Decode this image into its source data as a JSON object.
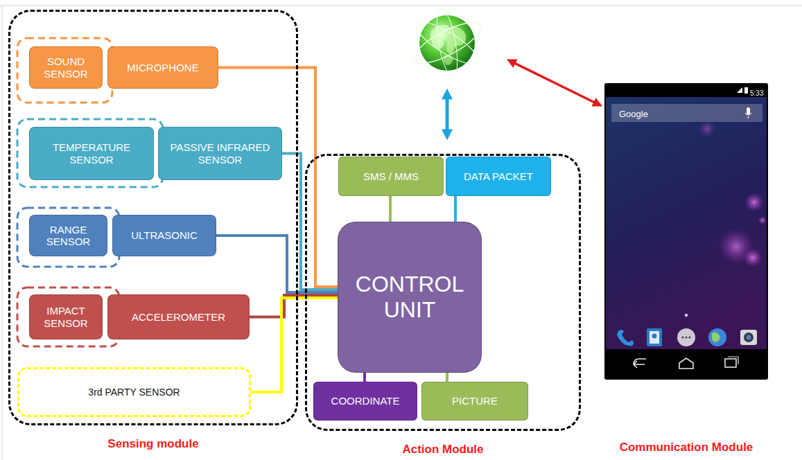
{
  "diagram": {
    "nodes": [
      {
        "text": [
          "Sensing module"
        ]
      },
      {
        "text": [
          "SOUND SENSOR"
        ],
        "in": 0
      },
      {
        "text": [
          "MICROPHONE"
        ],
        "in": 0
      },
      {
        "text": [
          "TEMPERATURE SENSOR"
        ],
        "in": 0
      },
      {
        "text": [
          "PASSIVE INFRARED SENSOR"
        ],
        "in": 0
      },
      {
        "text": [
          "RANGE SENSOR"
        ],
        "in": 0
      },
      {
        "text": [
          "ULTRASONIC"
        ],
        "in": 0
      },
      {
        "text": [
          "IMPACT SENSOR"
        ],
        "in": 0
      },
      {
        "text": [
          "ACCELEROMETER"
        ],
        "in": 0
      },
      {
        "text": [
          "3rd PARTY SENSOR"
        ],
        "in": 0
      },
      {
        "text": [
          "Action Module"
        ]
      },
      {
        "text": [
          "SMS / MMS"
        ],
        "in": 10
      },
      {
        "text": [
          "DATA PACKET"
        ],
        "in": 10
      },
      {
        "text": [
          "CONTROL UNIT"
        ],
        "in": 10
      },
      {
        "text": [
          "COORDINATE"
        ],
        "in": 10
      },
      {
        "text": [
          "PICTURE"
        ],
        "in": 10
      }
    ],
    "edges": [
      {
        "from": 2,
        "to": 13,
        "arrow": "none"
      },
      {
        "from": 4,
        "to": 13,
        "arrow": "none"
      },
      {
        "from": 6,
        "to": 13,
        "arrow": "none"
      },
      {
        "from": 8,
        "to": 13,
        "arrow": "none"
      },
      {
        "from": 9,
        "to": 13,
        "arrow": "none"
      },
      {
        "from": 13,
        "to": 11,
        "arrow": "none"
      },
      {
        "from": 13,
        "to": 12,
        "arrow": "none"
      },
      {
        "from": 13,
        "to": 14,
        "arrow": "none"
      },
      {
        "from": 13,
        "to": 15,
        "arrow": "none"
      }
    ],
    "labels": [
      "Communication Module",
      "Google",
      "5:33"
    ]
  }
}
